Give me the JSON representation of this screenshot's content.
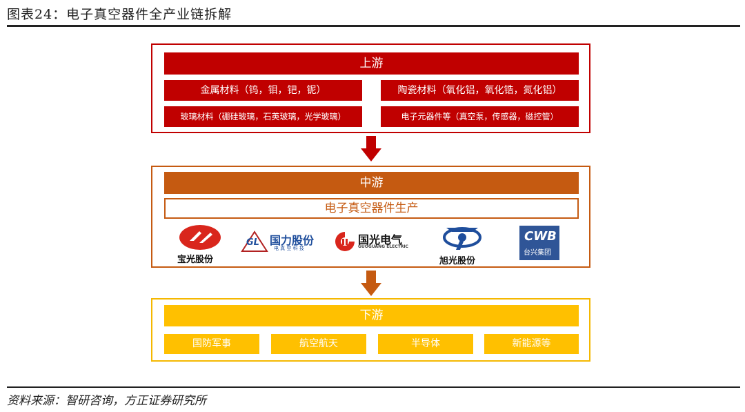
{
  "title": "图表24：电子真空器件全产业链拆解",
  "source": "资料来源：智研咨询，方正证券研究所",
  "colors": {
    "upstream": "#c00000",
    "midstream": "#c55a11",
    "downstream": "#ffc000"
  },
  "upstream": {
    "header": "上游",
    "items": [
      "金属材料（钨，钼，钯，铌）",
      "陶瓷材料（氧化铝，氧化锆，氮化铝）",
      "玻璃材料（硼硅玻璃，石英玻璃，光学玻璃）",
      "电子元器件等（真空泵，传感器，磁控管）"
    ]
  },
  "midstream": {
    "header": "中游",
    "sub": "电子真空器件生产",
    "companies": [
      {
        "name": "宝光股份",
        "icon": "baoguang-logo"
      },
      {
        "name": "国力股份",
        "mark": "GL",
        "tagline": "电 真 空 科 技",
        "icon": "guoli-logo"
      },
      {
        "name": "国光电气",
        "tagline": "GUOGUANG ELECTRIC",
        "icon": "guoguang-logo"
      },
      {
        "name": "旭光股份",
        "icon": "xuguang-logo"
      },
      {
        "name": "台兴集团",
        "mark": "CWB",
        "icon": "cwb-logo"
      }
    ]
  },
  "downstream": {
    "header": "下游",
    "items": [
      "国防军事",
      "航空航天",
      "半导体",
      "新能源等"
    ]
  }
}
